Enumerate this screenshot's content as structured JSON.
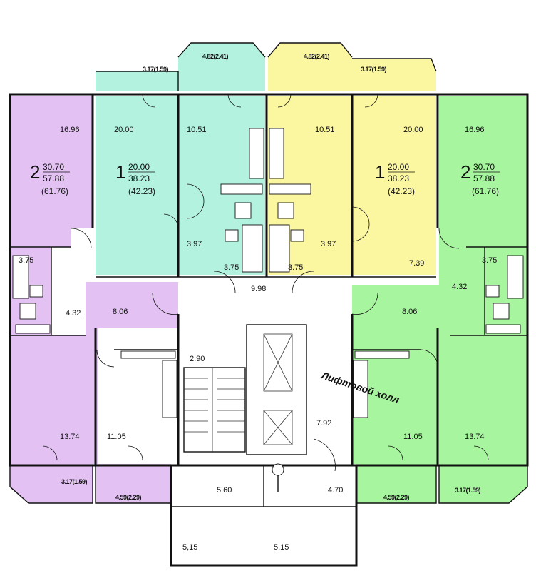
{
  "colors": {
    "violet": "#e3c2f3",
    "mint": "#b3f2df",
    "yellow": "#fbf6a0",
    "green": "#a8f5a0",
    "wall": "#111111"
  },
  "apartments": [
    {
      "rooms": "2",
      "living": "30.70",
      "total": "57.88",
      "total_with_balcony": "(61.76)"
    },
    {
      "rooms": "1",
      "living": "20.00",
      "total": "38.23",
      "total_with_balcony": "(42.23)"
    },
    {
      "rooms": "1",
      "living": "20.00",
      "total": "38.23",
      "total_with_balcony": "(42.23)"
    },
    {
      "rooms": "2",
      "living": "30.70",
      "total": "57.88",
      "total_with_balcony": "(61.76)"
    }
  ],
  "rooms": {
    "a1_room": "16.96",
    "a1_bath": "3.75",
    "a1_hall": "4.32",
    "a1_bedroom": "13.74",
    "a2_room": "20.00",
    "a2_hall": "3.97",
    "a2_bath": "3.75",
    "a2_kitchen_left": "11.05",
    "k_left": "10.51",
    "corr_left": "8.06",
    "k_right": "10.51",
    "a3_room": "20.00",
    "a3_hall": "3.97",
    "a3_bath": "3.75",
    "a3_corr": "7.39",
    "a4_room": "16.96",
    "a4_bath": "3.75",
    "a4_hall": "4.32",
    "a4_bedroom": "13.74",
    "corr_right": "8.06",
    "kitchen_right": "11.05",
    "common_hall": "9.98",
    "stair_landing": "2.90",
    "elevator_hall": "7.92",
    "vestibule": "5.60",
    "lobby": "4.70",
    "balcony_bottom_left": "5,15",
    "balcony_bottom_right": "5,15"
  },
  "balconies": {
    "top_1": "3.17(1.59)",
    "top_2": "4.82(2.41)",
    "top_3": "4.82(2.41)",
    "top_4": "3.17(1.59)",
    "bottom_1": "3.17(1.59)",
    "bottom_2": "4.59(2.29)",
    "bottom_3": "4.59(2.29)",
    "bottom_4": "3.17(1.59)"
  },
  "elevator_hall_label": "Лифтовой холл"
}
